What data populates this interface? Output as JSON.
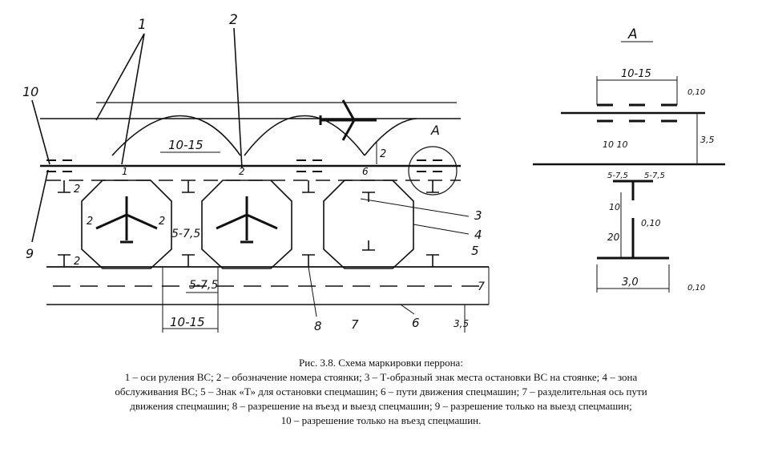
{
  "diagram": {
    "callouts": {
      "c1": "1",
      "c2": "2",
      "c3": "3",
      "c4": "4",
      "c5": "5",
      "c6": "6",
      "c7": "7",
      "c8": "8",
      "c9": "9",
      "c10": "10",
      "view": "A",
      "circle_label": "A",
      "stand1": "1",
      "stand2": "2",
      "stand3": "6"
    },
    "dimensions": {
      "d_10_15_top": "10-15",
      "d_2_a": "2",
      "d_2_b": "2",
      "d_2_c": "2",
      "d_2_d": "2",
      "d_2_e": "2",
      "d_5_75_a": "5-7,5",
      "d_5_75_b": "5-7,5",
      "d_10_15_bottom": "10-15",
      "d_7": "7",
      "d_3_5": "3,5"
    },
    "detail_a": {
      "d_10_15": "10-15",
      "d_0_10_top": "0,10",
      "d_3_5": "3,5",
      "d_10_10": "10 10",
      "d_5_75_l": "5-7,5",
      "d_5_75_r": "5-7,5",
      "d_10": "10",
      "d_20": "20",
      "d_0_10_mid": "0,10",
      "d_3_0": "3,0",
      "d_0_10_bottom": "0,10"
    }
  },
  "caption": {
    "title": "Рис. 3.8. Схема маркировки перрона:",
    "line1": "1 – оси руления ВС; 2 – обозначение номера стоянки; 3 – Т-образный знак места остановки ВС на стоянке; 4 – зона",
    "line2": "обслуживания ВС; 5 – Знак «Т» для остановки спецмашин; 6 – пути движения спецмашин; 7 – разделительная ось пути",
    "line3": "движения спецмашин; 8 – разрешение на въезд и выезд спецмашин; 9 – разрешение только на выезд спецмашин;",
    "line4": "10 – разрешение только на въезд спецмашин."
  }
}
